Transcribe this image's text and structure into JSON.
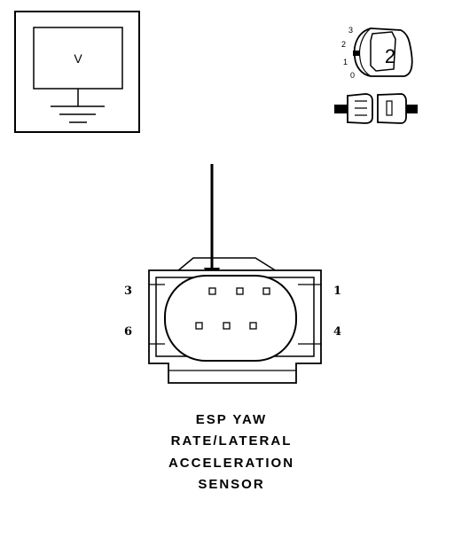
{
  "meter": {
    "symbol": "V"
  },
  "key_switch": {
    "positions": [
      "3",
      "2",
      "1",
      "0"
    ],
    "selected": "2"
  },
  "connector": {
    "pin_labels": {
      "top_left": "3",
      "top_right": "1",
      "bottom_left": "6",
      "bottom_right": "4"
    }
  },
  "caption": {
    "lines": [
      "ESP YAW",
      "RATE/LATERAL",
      "ACCELERATION",
      "SENSOR"
    ]
  }
}
